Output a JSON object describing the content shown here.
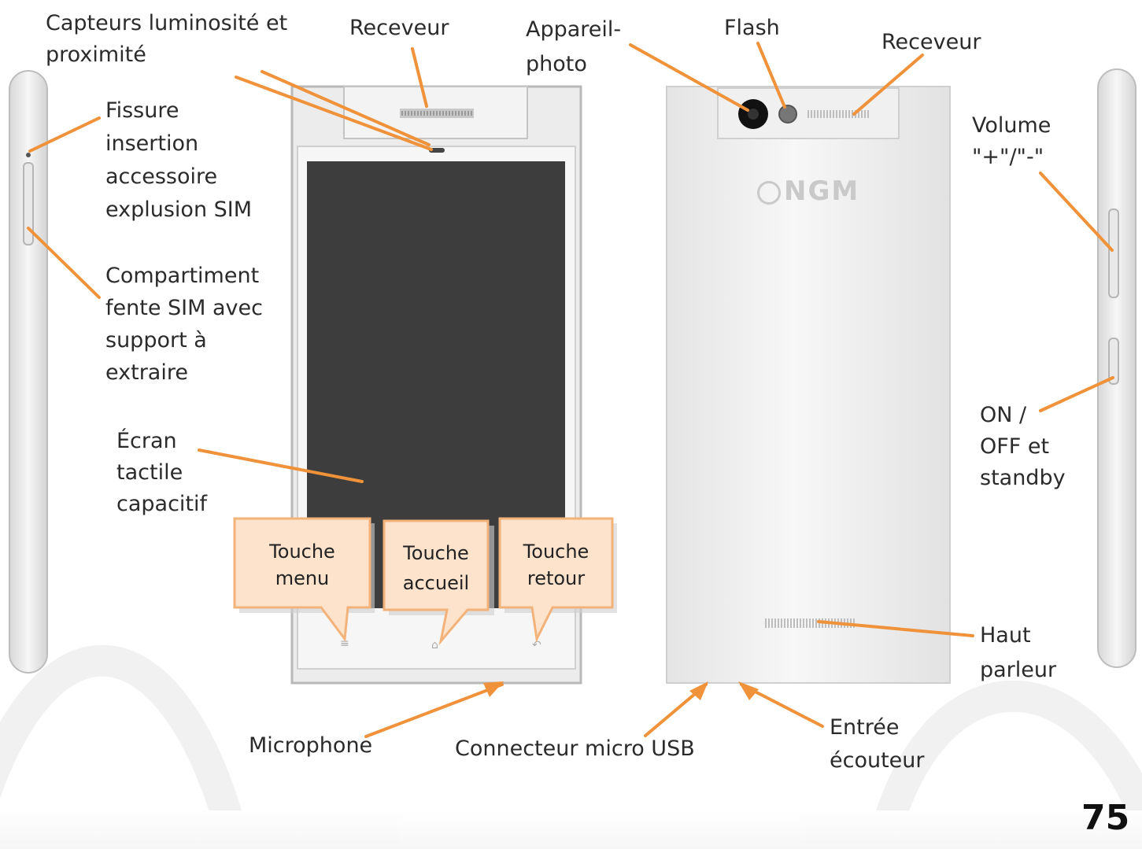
{
  "labels": {
    "capteurs": [
      "Capteurs luminosité et",
      "proximité"
    ],
    "receveur_front": "Receveur",
    "appareil_photo": [
      "Appareil-",
      "photo"
    ],
    "flash": "Flash",
    "receveur_back": "Receveur",
    "fissure": [
      "Fissure",
      "insertion",
      "accessoire",
      "explusion SIM"
    ],
    "compartiment": [
      "Compartiment",
      "fente SIM avec",
      "support à",
      "extraire"
    ],
    "ecran": [
      "Écran",
      "tactile",
      "capacitif"
    ],
    "volume": [
      "Volume",
      "\"+\"/\"-\""
    ],
    "on_off": [
      "ON /",
      "OFF et",
      "standby"
    ],
    "haut_parleur": [
      "Haut",
      "parleur"
    ],
    "microphone": "Microphone",
    "usb": "Connecteur micro USB",
    "entree": [
      "Entrée",
      "écouteur"
    ]
  },
  "bubbles": {
    "menu": [
      "Touche",
      "menu"
    ],
    "accueil": [
      "Touche",
      "accueil"
    ],
    "retour": [
      "Touche",
      "retour"
    ]
  },
  "brand": "NGM",
  "page_number": "75",
  "colors": {
    "leader": "#f0923a",
    "bubble_fill": "#fde3cc",
    "bubble_border": "#f3b27a",
    "screen": "#3d3d3d",
    "phone_body": "#efefef"
  }
}
